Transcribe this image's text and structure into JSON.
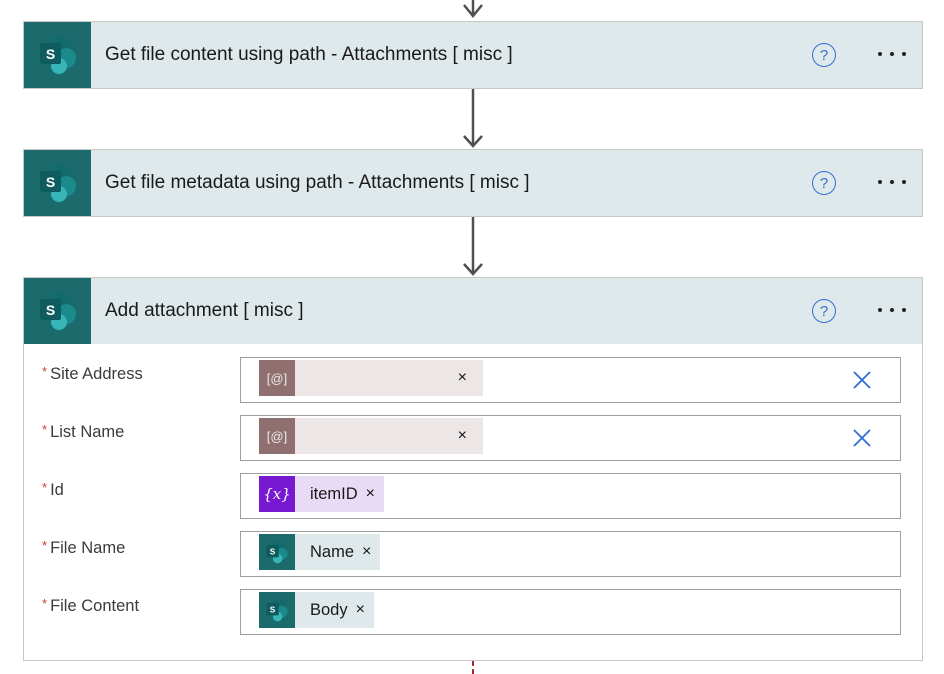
{
  "flow": {
    "cards": [
      {
        "title": "Get file content using path - Attachments [ misc ]",
        "icon": "sharepoint-icon"
      },
      {
        "title": "Get file metadata using path - Attachments [ misc ]",
        "icon": "sharepoint-icon"
      },
      {
        "title": "Add attachment [ misc ]",
        "icon": "sharepoint-icon"
      }
    ],
    "help_icon": "?",
    "more_icon": "ellipsis-icon"
  },
  "add_attachment": {
    "fields": [
      {
        "label": "Site Address",
        "required": "*",
        "token_text": "",
        "token_type": "redacted-connection",
        "token_icon": "[@]",
        "token_close": "×",
        "has_clear": true
      },
      {
        "label": "List Name",
        "required": "*",
        "token_text": "",
        "token_type": "redacted-connection",
        "token_icon": "[@]",
        "token_close": "×",
        "has_clear": true
      },
      {
        "label": "Id",
        "required": "*",
        "token_text": "itemID",
        "token_type": "variable",
        "token_icon": "{x}",
        "token_close": "×",
        "has_clear": false
      },
      {
        "label": "File Name",
        "required": "*",
        "token_text": "Name",
        "token_type": "sharepoint",
        "token_icon": "S",
        "token_close": "×",
        "has_clear": false
      },
      {
        "label": "File Content",
        "required": "*",
        "token_text": "Body",
        "token_type": "sharepoint",
        "token_icon": "S",
        "token_close": "×",
        "has_clear": false
      }
    ]
  },
  "colors": {
    "sharepoint_teal": "#1b6b6d",
    "header_bg": "#dfe8ea",
    "variable_purple": "#7719d1",
    "variable_token_bg": "#e8dbf5",
    "redacted_icon_bg": "#8f6f6f",
    "redacted_token_bg": "#ece7e6",
    "sp_token_bg": "#dfe8ea",
    "accent_blue": "#2d6fd6",
    "required_red": "#d13438"
  }
}
